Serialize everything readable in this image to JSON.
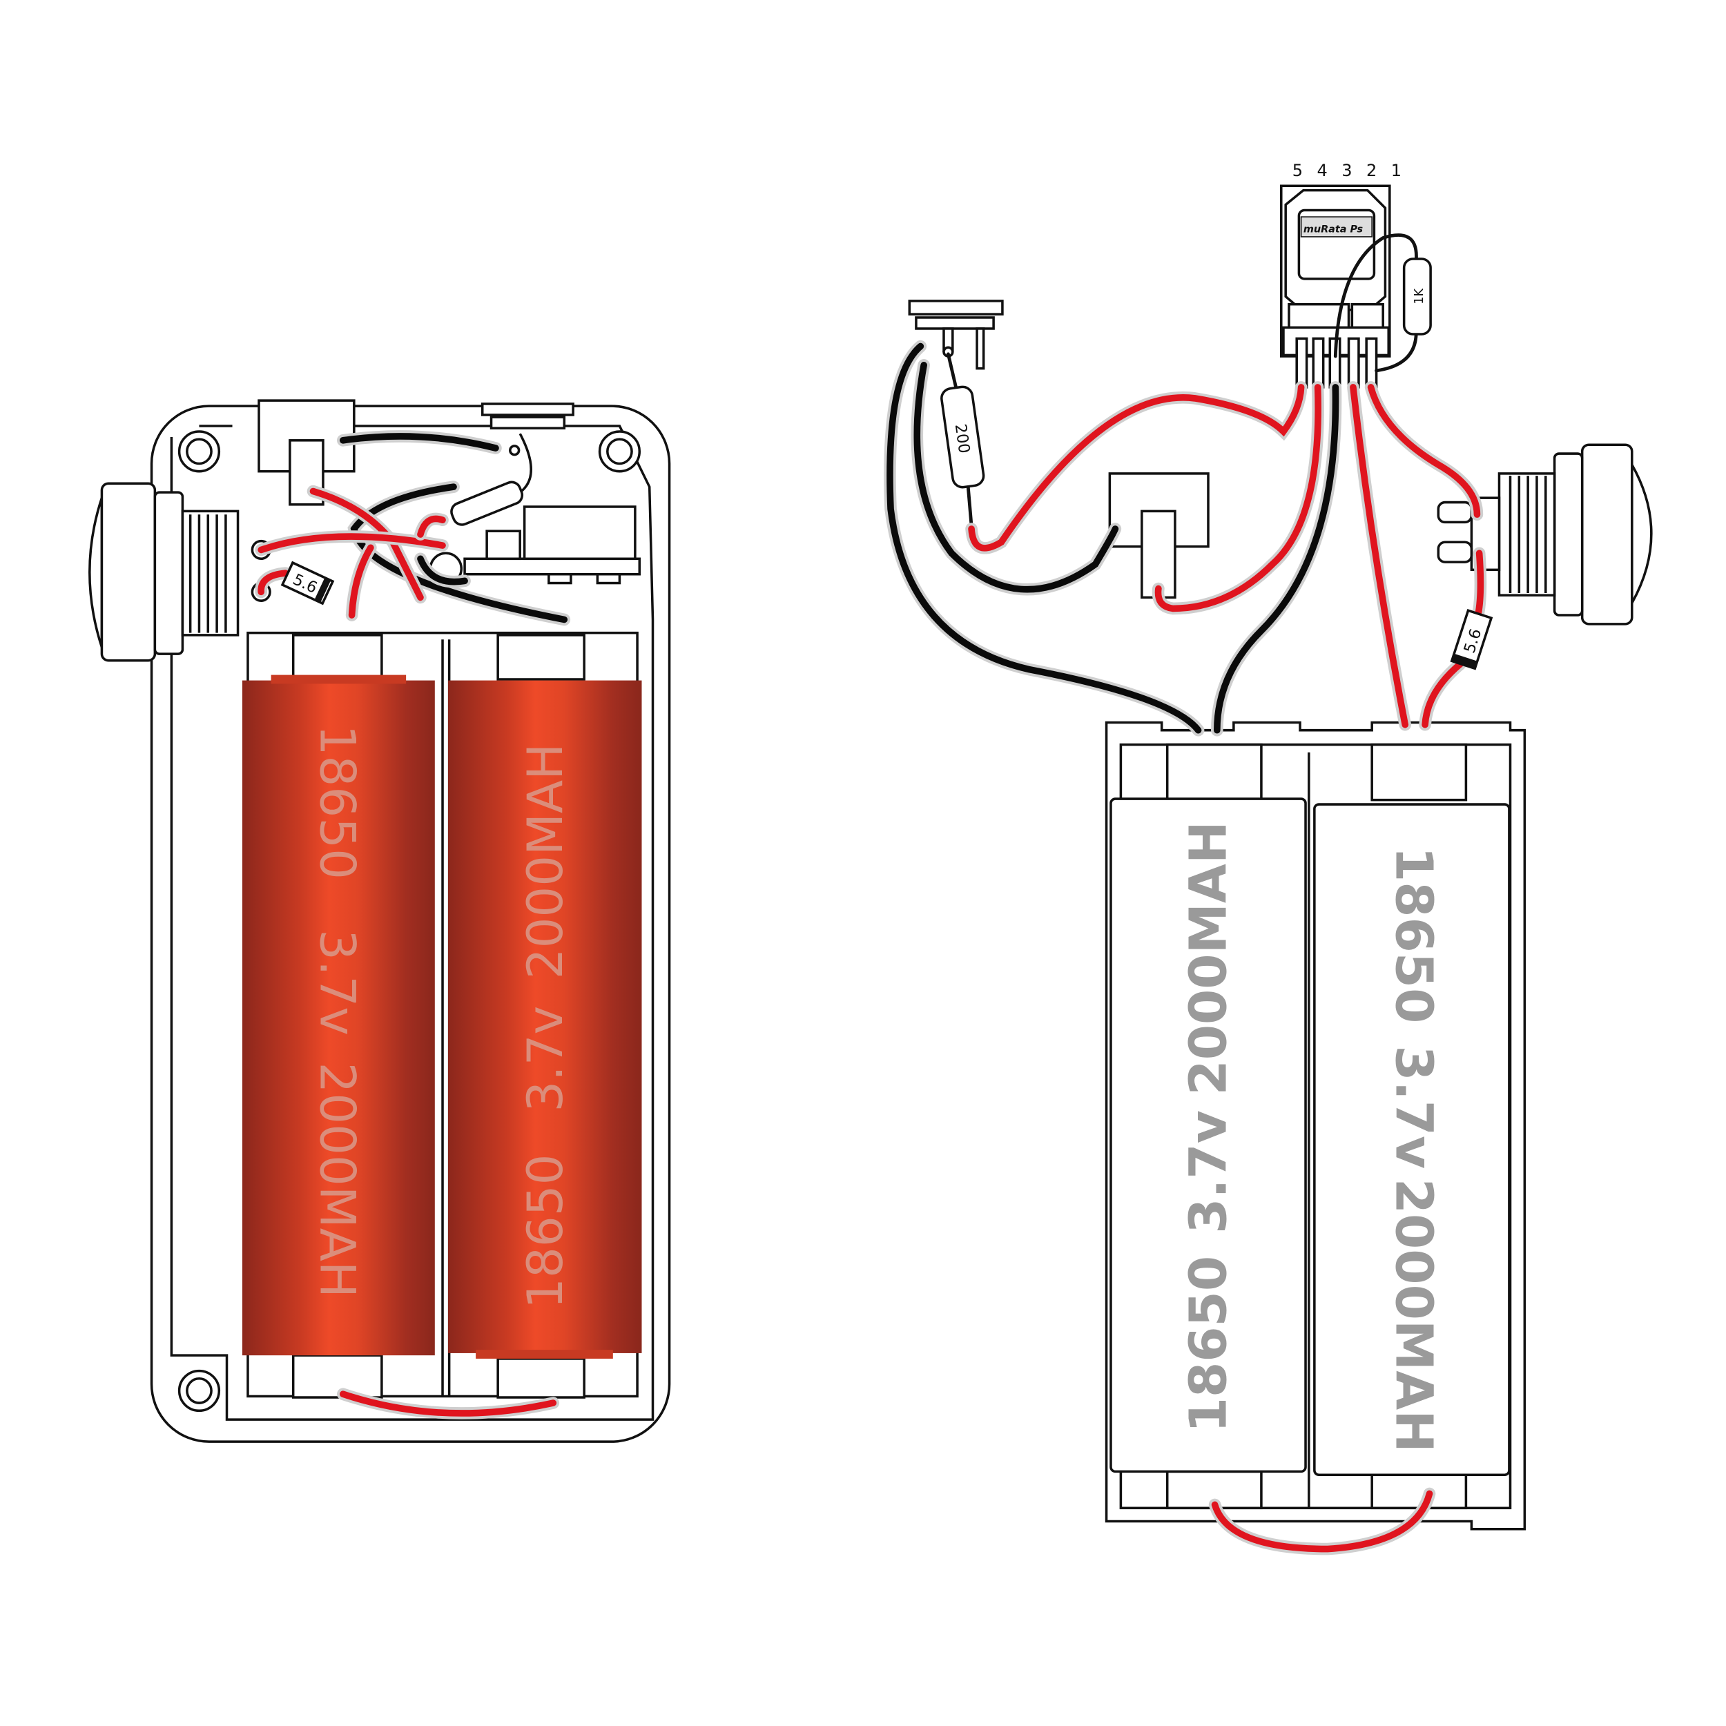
{
  "title": "18650 dual battery box mod wiring diagram",
  "colors": {
    "positive_wire": "#e0141e",
    "negative_wire": "#0a0a0a",
    "battery_wrap": "#e84a28",
    "label_gray": "#9a9a9a"
  },
  "assembled_view": {
    "batteries": [
      {
        "type": "18650",
        "voltage": "3.7v",
        "capacity": "2000MAH"
      },
      {
        "type": "18650",
        "voltage": "3.7v",
        "capacity": "2000MAH"
      }
    ],
    "diode_label": "5.6"
  },
  "exploded_view": {
    "module": {
      "pin_labels": "5 4 3 2 1",
      "brand_logo": "muRata Ps"
    },
    "resistor_1k": "1K",
    "resistor_200": "200",
    "diode_label": "5.6",
    "batteries": [
      {
        "type": "18650",
        "voltage": "3.7v",
        "capacity": "2000MAH"
      },
      {
        "type": "18650",
        "voltage": "3.7v",
        "capacity": "2000MAH"
      }
    ]
  }
}
